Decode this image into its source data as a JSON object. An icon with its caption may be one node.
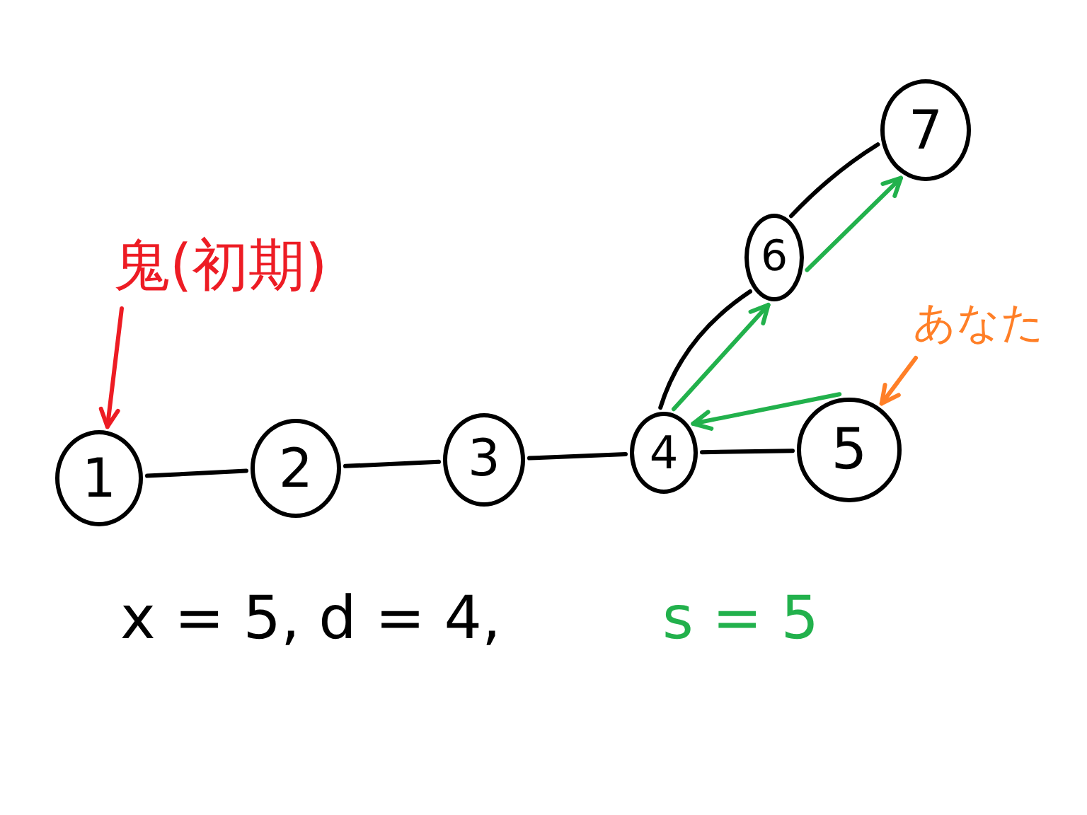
{
  "diagram": {
    "nodes": [
      {
        "text": [
          "1"
        ]
      },
      {
        "text": [
          "2"
        ]
      },
      {
        "text": [
          "3"
        ]
      },
      {
        "text": [
          "4"
        ]
      },
      {
        "text": [
          "5"
        ]
      },
      {
        "text": [
          "6"
        ]
      },
      {
        "text": [
          "7"
        ]
      },
      {
        "text": [
          "鬼(初期)"
        ]
      },
      {
        "text": [
          "あなた"
        ]
      }
    ],
    "edges": [
      {
        "from": 0,
        "to": 1,
        "arrow": "none"
      },
      {
        "from": 1,
        "to": 2,
        "arrow": "none"
      },
      {
        "from": 2,
        "to": 3,
        "arrow": "none"
      },
      {
        "from": 3,
        "to": 4,
        "arrow": "none"
      },
      {
        "from": 3,
        "to": 5,
        "arrow": "none"
      },
      {
        "from": 5,
        "to": 6,
        "arrow": "none"
      },
      {
        "from": 4,
        "to": 3,
        "arrow": "to",
        "color": "#22b14c"
      },
      {
        "from": 3,
        "to": 5,
        "arrow": "to",
        "color": "#22b14c"
      },
      {
        "from": 5,
        "to": 6,
        "arrow": "to",
        "color": "#22b14c"
      },
      {
        "from": 7,
        "to": 0,
        "arrow": "to",
        "color": "#ed1c24"
      },
      {
        "from": 8,
        "to": 4,
        "arrow": "to",
        "color": "#ff7f27"
      }
    ],
    "labels": [
      "x = 5, d = 4,",
      "s = 5"
    ]
  }
}
